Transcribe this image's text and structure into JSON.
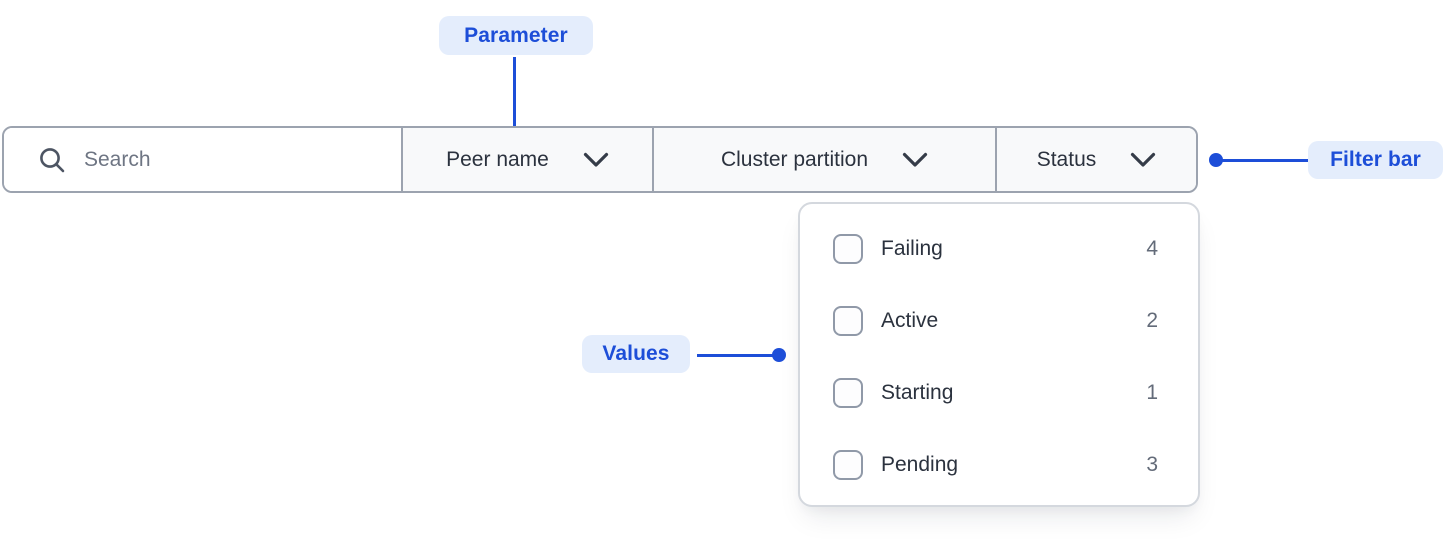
{
  "annotations": {
    "parameter": {
      "label": "Parameter"
    },
    "filter_bar": {
      "label": "Filter bar"
    },
    "values": {
      "label": "Values"
    }
  },
  "filter_bar": {
    "search": {
      "placeholder": "Search"
    },
    "dropdowns": [
      {
        "label": "Peer name"
      },
      {
        "label": "Cluster partition"
      },
      {
        "label": "Status"
      }
    ]
  },
  "status_dropdown": {
    "options": [
      {
        "label": "Failing",
        "count": "4",
        "checked": false
      },
      {
        "label": "Active",
        "count": "2",
        "checked": false
      },
      {
        "label": "Starting",
        "count": "1",
        "checked": false
      },
      {
        "label": "Pending",
        "count": "3",
        "checked": false
      }
    ]
  },
  "colors": {
    "accent_blue": "#1d4ed8",
    "annotation_badge_bg": "#e4edfc",
    "filter_bar_border": "#9ca3af",
    "dropdown_section_bg": "#f8f9fa",
    "panel_border": "#d4d8de",
    "text_dark": "#2b323e",
    "text_muted": "#636b79"
  }
}
